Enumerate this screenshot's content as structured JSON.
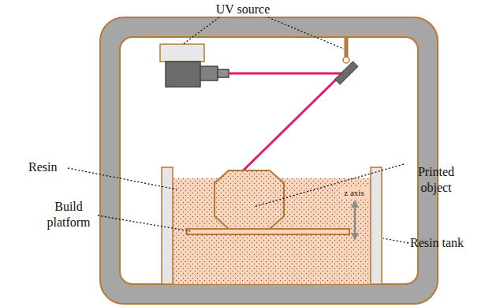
{
  "diagram": {
    "labels": [
      "UV source",
      "Resin",
      "Build platform",
      "Printed object",
      "z axis",
      "Resin tank"
    ]
  }
}
